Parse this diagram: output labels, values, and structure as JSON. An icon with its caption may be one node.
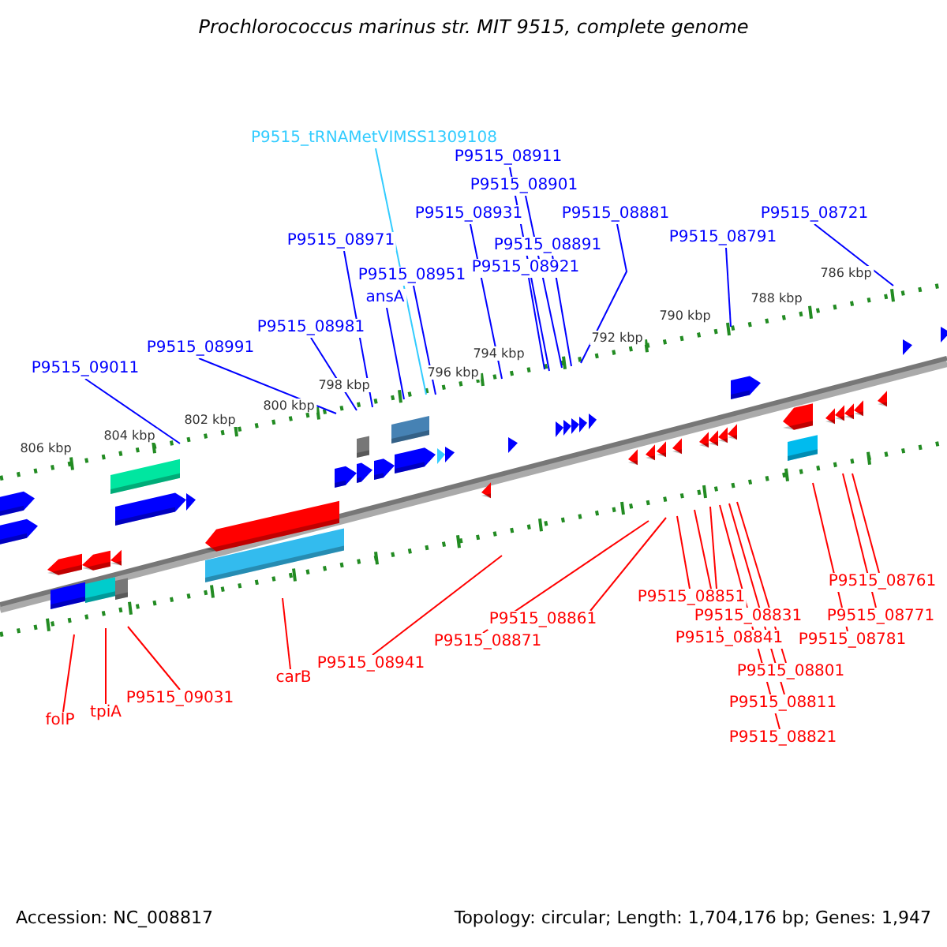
{
  "diagram": {
    "title": "Prochlorococcus marinus str. MIT 9515, complete genome",
    "nodes": [
      {
        "text": [
          "P9515_tRNAMetVIMSS1309108"
        ]
      },
      {
        "text": [
          "P9515_08911"
        ]
      },
      {
        "text": [
          "P9515_08901"
        ]
      },
      {
        "text": [
          "P9515_08931"
        ]
      },
      {
        "text": [
          "P9515_08881"
        ]
      },
      {
        "text": [
          "P9515_08891"
        ]
      },
      {
        "text": [
          "P9515_08921"
        ]
      },
      {
        "text": [
          "P9515_08971"
        ]
      },
      {
        "text": [
          "P9515_08951"
        ]
      },
      {
        "text": [
          "ansA"
        ]
      },
      {
        "text": [
          "P9515_08981"
        ]
      },
      {
        "text": [
          "P9515_08991"
        ]
      },
      {
        "text": [
          "P9515_09011"
        ]
      },
      {
        "text": [
          "P9515_08791"
        ]
      },
      {
        "text": [
          "P9515_08721"
        ]
      },
      {
        "text": [
          "folP"
        ]
      },
      {
        "text": [
          "tpiA"
        ]
      },
      {
        "text": [
          "P9515_09031"
        ]
      },
      {
        "text": [
          "carB"
        ]
      },
      {
        "text": [
          "P9515_08941"
        ]
      },
      {
        "text": [
          "P9515_08871"
        ]
      },
      {
        "text": [
          "P9515_08861"
        ]
      },
      {
        "text": [
          "P9515_08851"
        ]
      },
      {
        "text": [
          "P9515_08831"
        ]
      },
      {
        "text": [
          "P9515_08841"
        ]
      },
      {
        "text": [
          "P9515_08801"
        ]
      },
      {
        "text": [
          "P9515_08811"
        ]
      },
      {
        "text": [
          "P9515_08821"
        ]
      },
      {
        "text": [
          "P9515_08761"
        ]
      },
      {
        "text": [
          "P9515_08771"
        ]
      },
      {
        "text": [
          "P9515_08781"
        ]
      }
    ],
    "edges": [
      {
        "from": 0,
        "to": null,
        "arrow": "none",
        "color": "#33ccff"
      },
      {
        "from": 1,
        "to": null,
        "arrow": "none",
        "color": "#0000ff"
      },
      {
        "from": 2,
        "to": null,
        "arrow": "none",
        "color": "#0000ff"
      },
      {
        "from": 3,
        "to": null,
        "arrow": "none",
        "color": "#0000ff"
      },
      {
        "from": 4,
        "to": null,
        "arrow": "none",
        "color": "#0000ff"
      },
      {
        "from": 5,
        "to": null,
        "arrow": "none",
        "color": "#0000ff"
      },
      {
        "from": 6,
        "to": null,
        "arrow": "none",
        "color": "#0000ff"
      },
      {
        "from": 7,
        "to": null,
        "arrow": "none",
        "color": "#0000ff"
      },
      {
        "from": 8,
        "to": null,
        "arrow": "none",
        "color": "#0000ff"
      },
      {
        "from": 9,
        "to": null,
        "arrow": "none",
        "color": "#0000ff"
      },
      {
        "from": 10,
        "to": null,
        "arrow": "none",
        "color": "#0000ff"
      },
      {
        "from": 11,
        "to": null,
        "arrow": "none",
        "color": "#0000ff"
      },
      {
        "from": 12,
        "to": null,
        "arrow": "none",
        "color": "#0000ff"
      },
      {
        "from": 13,
        "to": null,
        "arrow": "none",
        "color": "#0000ff"
      },
      {
        "from": 14,
        "to": null,
        "arrow": "none",
        "color": "#0000ff"
      },
      {
        "from": 15,
        "to": null,
        "arrow": "none"
      },
      {
        "from": 16,
        "to": null,
        "arrow": "none"
      },
      {
        "from": 17,
        "to": null,
        "arrow": "none"
      },
      {
        "from": 18,
        "to": null,
        "arrow": "none"
      },
      {
        "from": 19,
        "to": null,
        "arrow": "none"
      },
      {
        "from": 20,
        "to": null,
        "arrow": "none"
      },
      {
        "from": 21,
        "to": null,
        "arrow": "none"
      },
      {
        "from": 22,
        "to": null,
        "arrow": "none"
      },
      {
        "from": 23,
        "to": null,
        "arrow": "none"
      },
      {
        "from": 24,
        "to": null,
        "arrow": "none"
      },
      {
        "from": 25,
        "to": null,
        "arrow": "none"
      },
      {
        "from": 26,
        "to": null,
        "arrow": "none"
      },
      {
        "from": 27,
        "to": null,
        "arrow": "none"
      },
      {
        "from": 28,
        "to": null,
        "arrow": "none"
      },
      {
        "from": 29,
        "to": null,
        "arrow": "none"
      },
      {
        "from": 30,
        "to": null,
        "arrow": "none"
      }
    ],
    "labels": [
      "806 kbp",
      "804 kbp",
      "802 kbp",
      "800 kbp",
      "798 kbp",
      "796 kbp",
      "794 kbp",
      "792 kbp",
      "790 kbp",
      "788 kbp",
      "786 kbp",
      "Accession: NC_008817",
      "Topology: circular; Length: 1,704,176 bp; Genes: 1,947"
    ]
  }
}
